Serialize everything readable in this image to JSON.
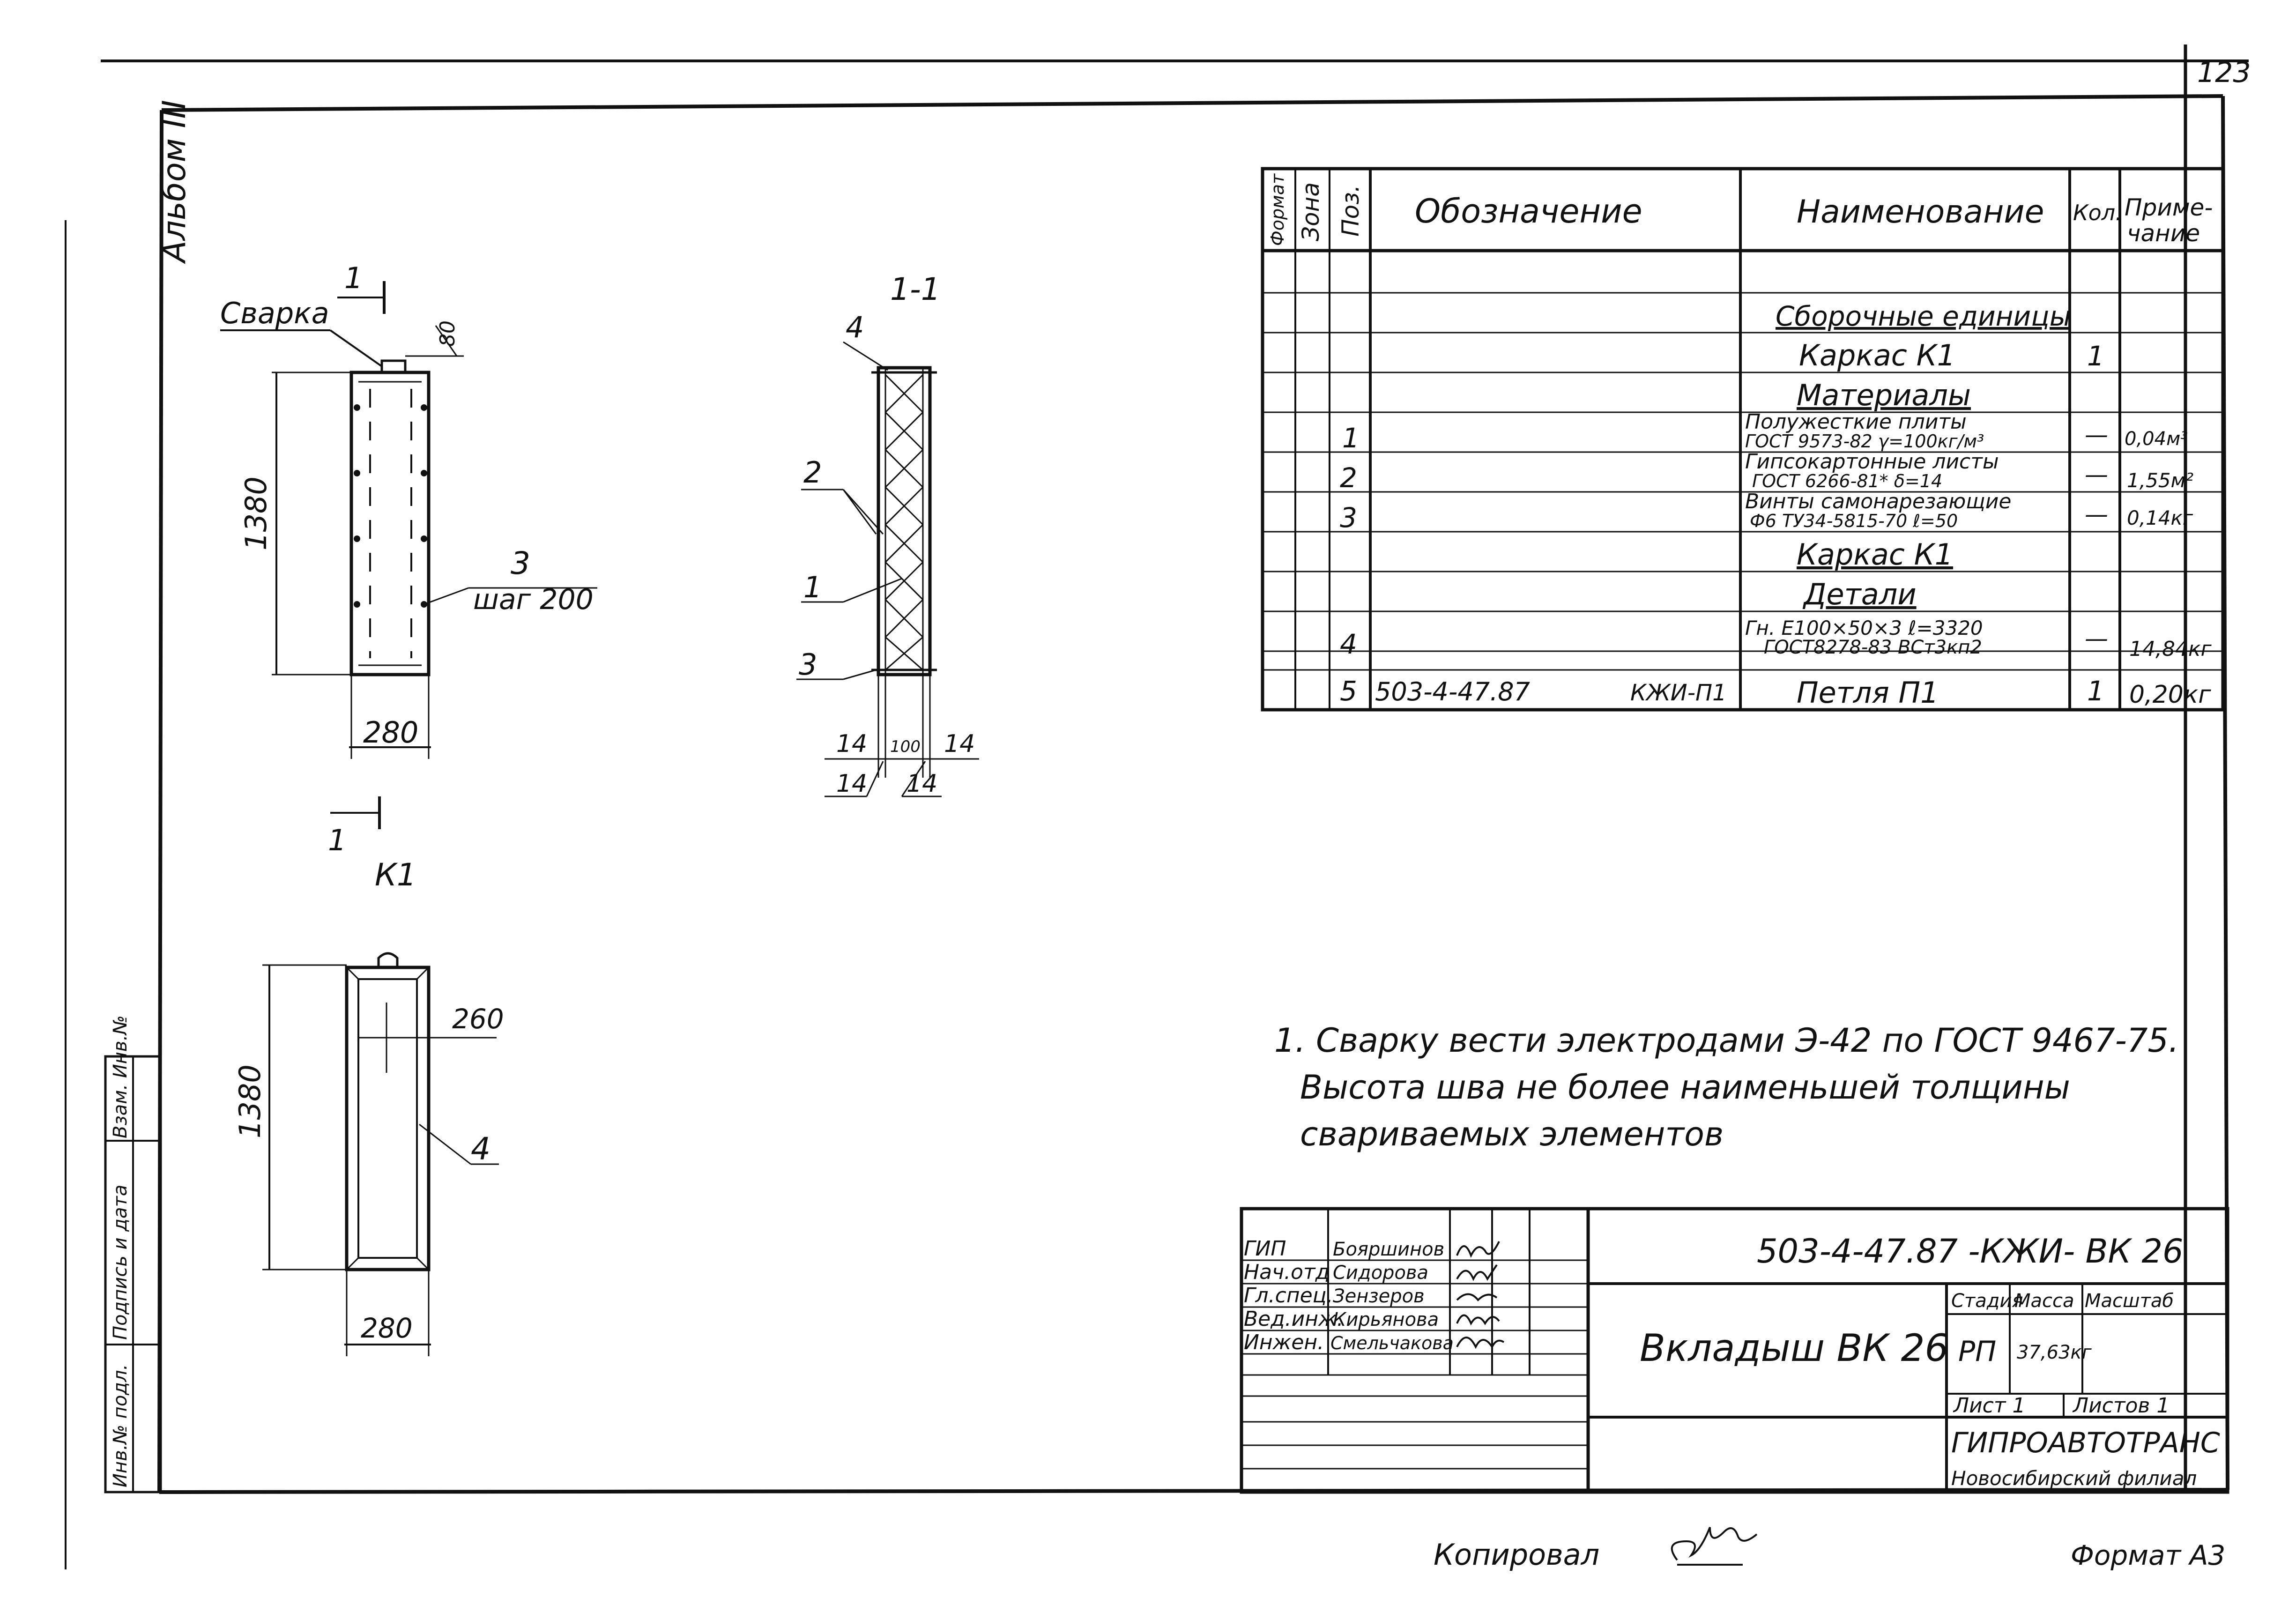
{
  "page": {
    "number": "123",
    "album_label": "Альбом III",
    "copied_label": "Копировал",
    "format_label": "Формат А3"
  },
  "side_stamp": {
    "inv_orig": "Инв.№ подл.",
    "sign_date": "Подпись и дата",
    "replace_inv": "Взам. Инв.№"
  },
  "drawing_top": {
    "title": "К1",
    "weld_label": "Сварка",
    "section_mark": "1",
    "dim_80": "80",
    "dim_1380": "1380",
    "dim_280": "280",
    "callout_3": "3",
    "step_label": "шаг 200"
  },
  "section": {
    "title": "1-1",
    "callout_4": "4",
    "callout_2": "2",
    "callout_1": "1",
    "callout_3": "3",
    "dim_14_a": "14",
    "dim_100": "100",
    "dim_14_b": "14",
    "dim_14_c": "14",
    "dim_14_d": "14"
  },
  "drawing_bottom": {
    "dim_1380": "1380",
    "dim_260": "260",
    "dim_280": "280",
    "callout_4": "4"
  },
  "spec_table": {
    "headers": [
      "Формат",
      "Зона",
      "Поз.",
      "Обозначение",
      "Наименование",
      "Кол.",
      "Приме-",
      "чание"
    ],
    "rows": [
      {
        "pos": "",
        "des": "",
        "name": "Сборочные единицы",
        "qty": "",
        "note": ""
      },
      {
        "pos": "",
        "des": "",
        "name": "Каркас  К1",
        "qty": "1",
        "note": ""
      },
      {
        "pos": "",
        "des": "",
        "name": "Материалы",
        "qty": "",
        "note": ""
      },
      {
        "pos": "1",
        "des": "",
        "name": "Полужесткие плиты",
        "name2": "ГОСТ 9573-82 γ=100кг/м³",
        "qty": "—",
        "note": "0,04м³"
      },
      {
        "pos": "2",
        "des": "",
        "name": "Гипсокартонные листы",
        "name2": "ГОСТ 6266-81*  δ=14",
        "qty": "—",
        "note": "1,55м²"
      },
      {
        "pos": "3",
        "des": "",
        "name": "Винты самонарезающие",
        "name2": "Ф6 ТУ34-5815-70 ℓ=50",
        "qty": "—",
        "note": "0,14кг"
      },
      {
        "pos": "",
        "des": "",
        "name": "Каркас К1",
        "qty": "",
        "note": ""
      },
      {
        "pos": "",
        "des": "",
        "name": "Детали",
        "qty": "",
        "note": ""
      },
      {
        "pos": "4",
        "des": "",
        "name": "Гн. Е100×50×3  ℓ=3320",
        "name2": "ГОСТ8278-83 ВСт3кп2",
        "qty": "—",
        "note": "14,84кг"
      },
      {
        "pos": "5",
        "des": "503-4-47.87",
        "des2": "КЖИ-П1",
        "name": "Петля  П1",
        "qty": "1",
        "note": "0,20кг"
      }
    ]
  },
  "notes": {
    "line1": "1. Сварку вести  электродами Э-42 по ГОСТ 9467-75.",
    "line2": "Высота шва не более  наименьшей  толщины",
    "line3": "свариваемых  элементов"
  },
  "title_block": {
    "roles": [
      "ГИП",
      "Нач.отд",
      "Гл.спец.",
      "Вед.инж.",
      "Инжен."
    ],
    "names": [
      "Бояршинов",
      "Сидорова",
      "Зензеров",
      "Кирьянова",
      "Смельчакова"
    ],
    "doc_code": "503-4-47.87   -КЖИ- ВК 26",
    "title": "Вкладыш  ВК 26",
    "stage_label": "Стадия",
    "mass_label": "Масса",
    "scale_label": "Масштаб",
    "stage": "РП",
    "mass": "37,63кг",
    "sheet": "Лист 1",
    "sheets": "Листов 1",
    "org": "ГИПРОАВТОТРАНС",
    "branch": "Новосибирский филиал"
  }
}
